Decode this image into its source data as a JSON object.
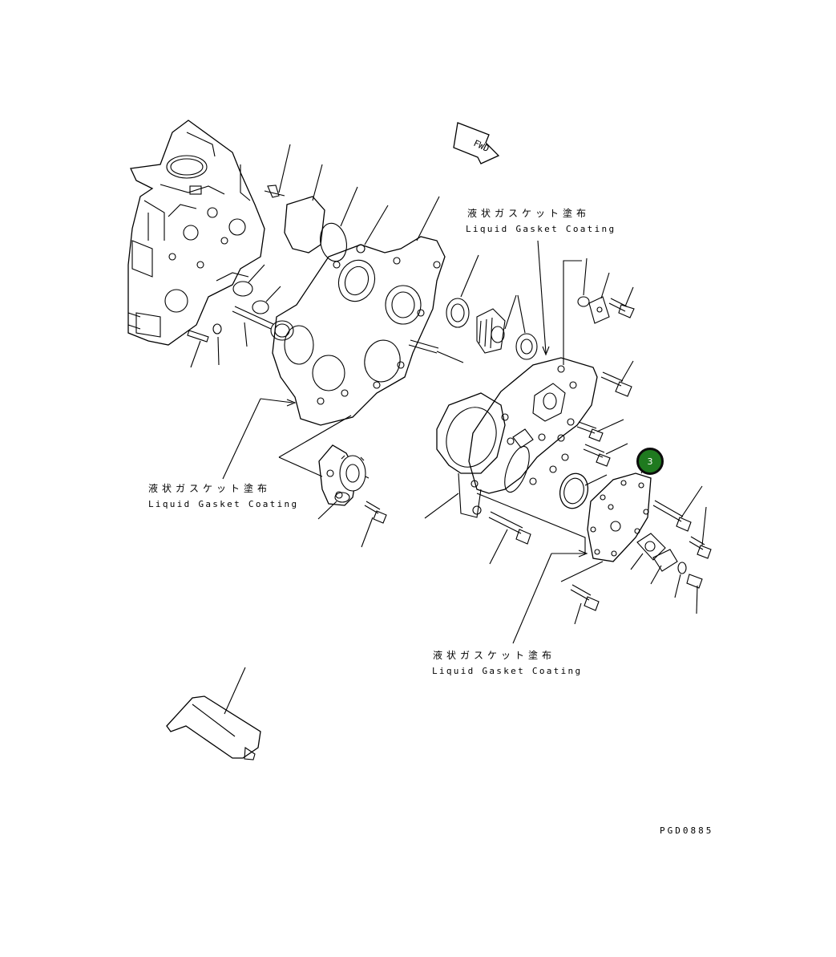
{
  "drawing": {
    "fwd_label": "FWD",
    "part_code": "PGD0885"
  },
  "annotations": [
    {
      "id": "top",
      "jp": "液状ガスケット塗布",
      "en": "Liquid Gasket Coating"
    },
    {
      "id": "left",
      "jp": "液状ガスケット塗布",
      "en": "Liquid Gasket Coating"
    },
    {
      "id": "bottom",
      "jp": "液状ガスケット塗布",
      "en": "Liquid Gasket Coating"
    }
  ],
  "callouts": [
    {
      "number": "3",
      "color": "#1f7a1f"
    }
  ]
}
